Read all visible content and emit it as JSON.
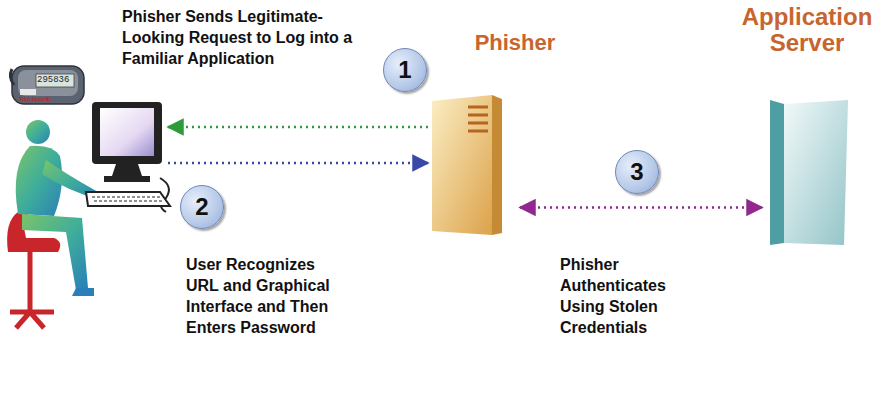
{
  "diagram": {
    "nodes": [
      {
        "text": [
          "Phisher"
        ]
      },
      {
        "text": [
          "Application Server"
        ]
      }
    ],
    "edges": [
      {
        "from": 0,
        "to": 1,
        "arrow": "both"
      }
    ],
    "labels": [
      "Phisher Sends Legitimate-Looking Request to Log into a Familiar Application",
      "1",
      "2",
      "User Recognizes URL and Graphical Interface and Then Enters Password",
      "3",
      "Phisher Authenticates Using Stolen Credentials",
      "295836",
      "RSA SecurID"
    ]
  }
}
